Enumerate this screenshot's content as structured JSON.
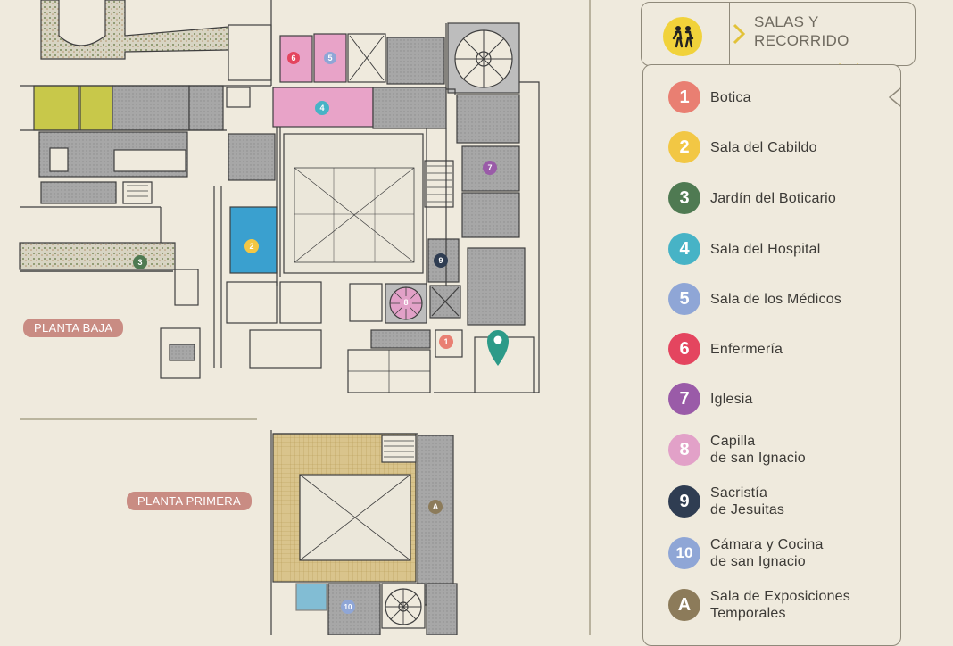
{
  "floors": {
    "ground": "PLANTA BAJA",
    "first": "PLANTA PRIMERA"
  },
  "legend": {
    "title_line1": "SALAS Y",
    "title_line2": "RECORRIDO",
    "icon": "walking-people-icon",
    "rooms": [
      {
        "num": "1",
        "lines": [
          "Botica"
        ],
        "color": "#e97f72"
      },
      {
        "num": "2",
        "lines": [
          "Sala del Cabildo"
        ],
        "color": "#f2c744"
      },
      {
        "num": "3",
        "lines": [
          "Jardín del Boticario"
        ],
        "color": "#4f7a52"
      },
      {
        "num": "4",
        "lines": [
          "Sala del Hospital"
        ],
        "color": "#47b3c6"
      },
      {
        "num": "5",
        "lines": [
          "Sala de los Médicos"
        ],
        "color": "#8fa6d6"
      },
      {
        "num": "6",
        "lines": [
          "Enfermería"
        ],
        "color": "#e4455f"
      },
      {
        "num": "7",
        "lines": [
          "Iglesia"
        ],
        "color": "#9a5ba8"
      },
      {
        "num": "8",
        "lines": [
          "Capilla",
          "de san Ignacio"
        ],
        "color": "#e2a1c8"
      },
      {
        "num": "9",
        "lines": [
          "Sacristía",
          "de Jesuitas"
        ],
        "color": "#2f3d52"
      },
      {
        "num": "10",
        "lines": [
          "Cámara  y Cocina",
          "de san Ignacio"
        ],
        "color": "#8fa6d6"
      },
      {
        "num": "A",
        "lines": [
          "Sala de Exposiciones",
          "Temporales"
        ],
        "color": "#8c7b5a"
      }
    ]
  },
  "colors": {
    "background": "#efeadd",
    "wall": "#4a4a4a",
    "room_fill": "#a3a3a3",
    "hospital": "#e8a3c8",
    "cabildo": "#3aa0cf",
    "boticario_yellow": "#c8c84a",
    "garden": "#9aa07a",
    "accent_chevron": "#e2c238",
    "location_pin": "#2c9a88"
  }
}
